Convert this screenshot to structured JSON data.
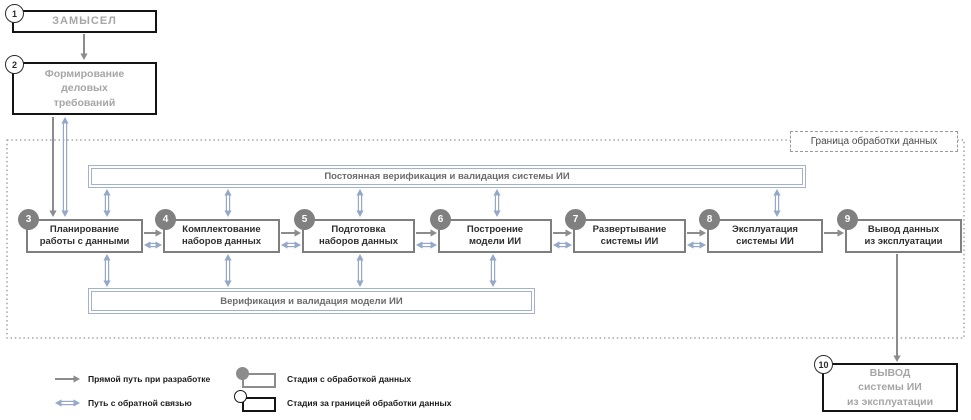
{
  "palette": {
    "gray_arrow": "#8c8c8c",
    "blue_arrow": "#94a9c8",
    "stage_border": "#7f7f7f",
    "bar_border": "#a3b2c8",
    "outer_box_border": "#141414",
    "outer_box_text": "#a6a6a6"
  },
  "concept_box": {
    "number": "1",
    "label": "ЗАМЫСЕЛ"
  },
  "requirements_box": {
    "number": "2",
    "label": "Формирование\nделовых\nтребований"
  },
  "boundary": {
    "label": "Граница обработки данных"
  },
  "top_bar": {
    "label": "Постоянная верификация и валидация системы ИИ"
  },
  "bottom_bar": {
    "label": "Верификация и валидация модели ИИ"
  },
  "stages": [
    {
      "number": "3",
      "label": "Планирование\nработы с данными"
    },
    {
      "number": "4",
      "label": "Комплектование\nнаборов данных"
    },
    {
      "number": "5",
      "label": "Подготовка\nнаборов данных"
    },
    {
      "number": "6",
      "label": "Построение\nмодели ИИ"
    },
    {
      "number": "7",
      "label": "Развертывание\nсистемы ИИ"
    },
    {
      "number": "8",
      "label": "Эксплуатация\nсистемы ИИ"
    },
    {
      "number": "9",
      "label": "Вывод данных\nиз эксплуатации"
    }
  ],
  "decommission_box": {
    "number": "10",
    "label": "ВЫВОД\nсистемы ИИ\nиз эксплуатации"
  },
  "legend": {
    "direct_path": "Прямой путь при разработке",
    "feedback_path": "Путь с обратной связью",
    "data_stage": "Стадия с обработкой данных",
    "outside_stage": "Стадия за границей обработки данных"
  }
}
